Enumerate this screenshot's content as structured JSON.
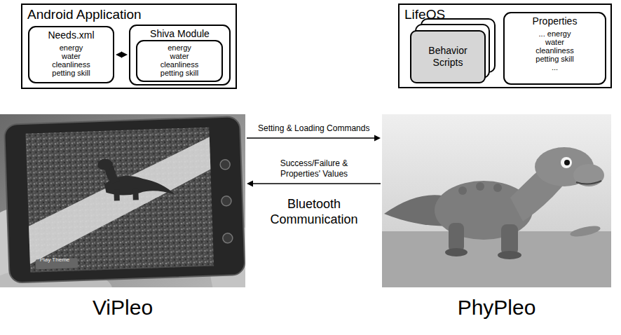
{
  "diagram": {
    "nodes": [
      {
        "text": [
          "Android Application"
        ]
      },
      {
        "text": [
          "Needs.xml",
          "energy water cleanliness petting skill"
        ],
        "in": 0
      },
      {
        "text": [
          "Shiva Module"
        ],
        "in": 0
      },
      {
        "text": [
          "energy water cleanliness petting skill"
        ],
        "in": 2
      },
      {
        "text": [
          "LifeOS"
        ]
      },
      {
        "text": [
          "Behavior Scripts"
        ],
        "in": 4
      },
      {
        "text": [
          "Properties",
          "... energy water cleanliness petting skill ..."
        ],
        "in": 4
      },
      {
        "text": [
          "ViPleo"
        ]
      },
      {
        "text": [
          "PhyPleo"
        ]
      }
    ],
    "edges": [
      {
        "from": 1,
        "to": 2,
        "arrow": "both"
      },
      {
        "from": 7,
        "to": 8,
        "arrow": "to",
        "label": "Setting & Loading Commands"
      },
      {
        "from": 8,
        "to": 7,
        "arrow": "to",
        "label": "Success/Failure & Properties' Values"
      }
    ],
    "labels": [
      "Bluetooth Communication",
      "Play Theme"
    ]
  }
}
